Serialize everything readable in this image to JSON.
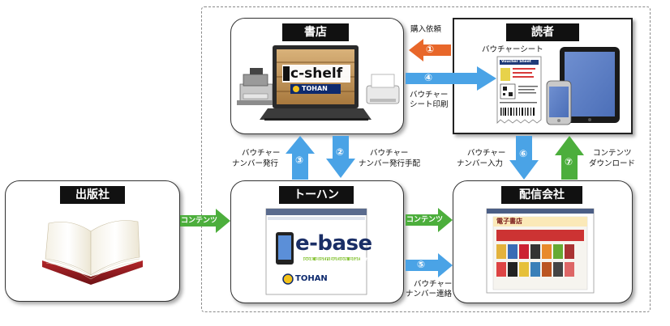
{
  "nodes": {
    "bookstore": {
      "title": "書店"
    },
    "reader": {
      "title": "読者",
      "voucher_caption": "バウチャーシート",
      "voucher_sheet_heading": "Voucher Sheet"
    },
    "publisher": {
      "title": "出版社"
    },
    "tohan": {
      "title": "トーハン"
    },
    "distributor": {
      "title": "配信会社",
      "store_sign": "電子書店"
    }
  },
  "logos": {
    "cshelf": "c-shelf",
    "tohan_small": "TOHAN",
    "ebase": "e-base",
    "ebase_tagline": "ebook distribution platform",
    "tohan_brand": "TOHAN"
  },
  "flows": {
    "f1": {
      "number": "①",
      "label": "購入依頼"
    },
    "f2": {
      "number": "②",
      "label_line1": "バウチャー",
      "label_line2": "ナンバー発行手配"
    },
    "f3": {
      "number": "③",
      "label_line1": "バウチャー",
      "label_line2": "ナンバー発行"
    },
    "f4": {
      "number": "④",
      "label_line1": "バウチャー",
      "label_line2": "シート印刷"
    },
    "f5": {
      "number": "⑤",
      "label_line1": "バウチャー",
      "label_line2": "ナンバー連絡"
    },
    "f6": {
      "number": "⑥",
      "label_line1": "バウチャー",
      "label_line2": "ナンバー入力"
    },
    "f7": {
      "number": "⑦",
      "label_line1": "コンテンツ",
      "label_line2": "ダウンロード"
    },
    "contents_pub": {
      "label": "コンテンツ"
    },
    "contents_dist": {
      "label": "コンテンツ"
    }
  },
  "colors": {
    "blue_arrow": "#4aa3e6",
    "green_arrow": "#4cae3c",
    "orange_arrow": "#e8672a",
    "title_bg": "#111111",
    "dashed_border": "#8a8a8a"
  }
}
